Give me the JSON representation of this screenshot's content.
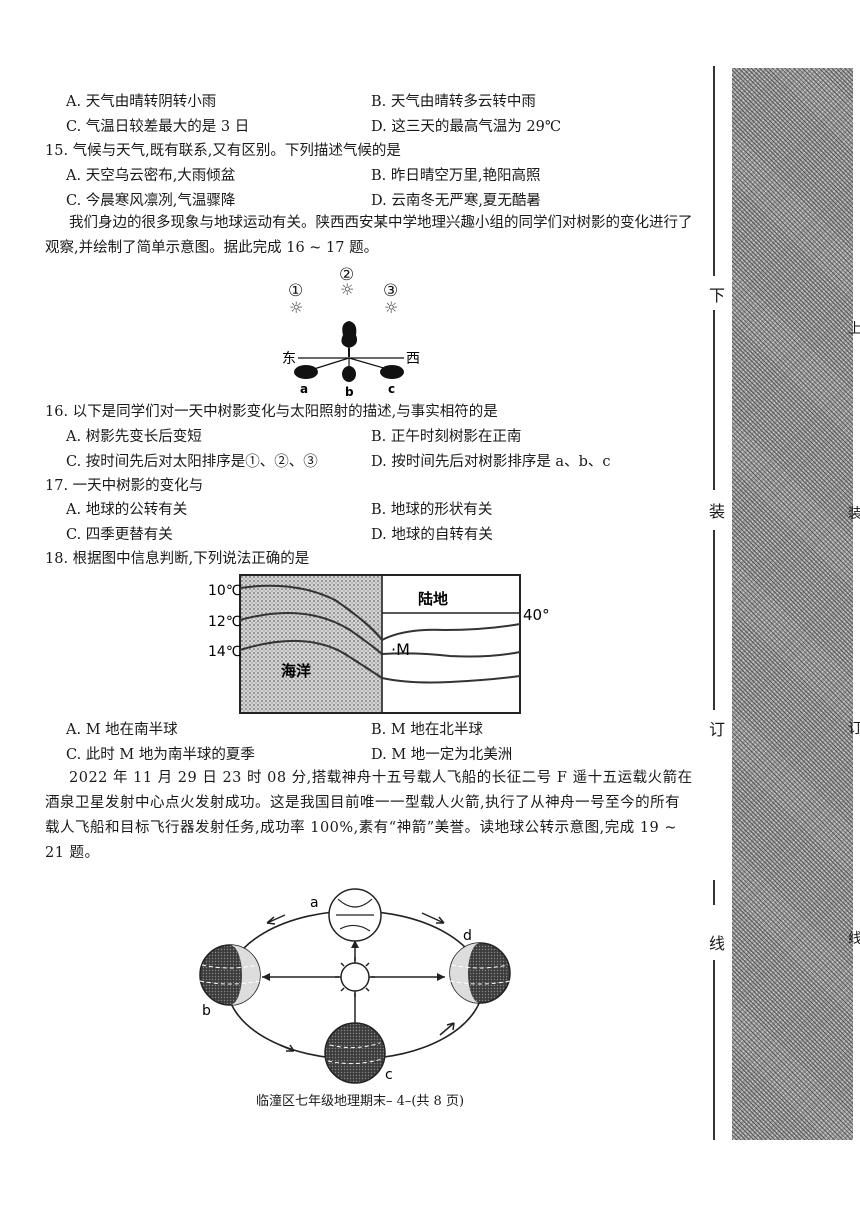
{
  "q14_options": {
    "A": "A. 天气由晴转阴转小雨",
    "B": "B. 天气由晴转多云转中雨",
    "C": "C. 气温日较差最大的是 3 日",
    "D": "D. 这三天的最高气温为 29℃"
  },
  "q15": {
    "stem": "15. 气候与天气,既有联系,又有区别。下列描述气候的是",
    "A": "A. 天空乌云密布,大雨倾盆",
    "B": "B. 昨日晴空万里,艳阳高照",
    "C": "C. 今晨寒风凛冽,气温骤降",
    "D": "D. 云南冬无严寒,夏无酷暑"
  },
  "intro_16_17": "我们身边的很多现象与地球运动有关。陕西西安某中学地理兴趣小组的同学们对树影的变化进行了观察,并绘制了简单示意图。据此完成 16 ~ 17 题。",
  "fig_tree": {
    "sun1": "①",
    "sun2": "②",
    "sun3": "③",
    "east": "东",
    "west": "西",
    "a": "a",
    "b": "b",
    "c": "c"
  },
  "q16": {
    "stem": "16. 以下是同学们对一天中树影变化与太阳照射的描述,与事实相符的是",
    "A": "A. 树影先变长后变短",
    "B": "B. 正午时刻树影在正南",
    "C": "C. 按时间先后对太阳排序是①、②、③",
    "D": "D. 按时间先后对树影排序是 a、b、c"
  },
  "q17": {
    "stem": "17. 一天中树影的变化与",
    "A": "A. 地球的公转有关",
    "B": "B. 地球的形状有关",
    "C": "C. 四季更替有关",
    "D": "D. 地球的自转有关"
  },
  "q18": {
    "stem": "18. 根据图中信息判断,下列说法正确的是",
    "A": "A. M 地在南半球",
    "B": "B. M 地在北半球",
    "C": "C. 此时 M 地为南半球的夏季",
    "D": "D. M 地一定为北美洲"
  },
  "fig_isotherm": {
    "t10": "10℃",
    "t12": "12℃",
    "t14": "14℃",
    "land": "陆地",
    "ocean": "海洋",
    "lat": "40°",
    "m": "·M"
  },
  "intro_19_21": "2022 年 11 月 29 日 23 时 08 分,搭载神舟十五号载人飞船的长征二号 F 遥十五运载火箭在酒泉卫星发射中心点火发射成功。这是我国目前唯一一型载人火箭,执行了从神舟一号至今的所有载人飞船和目标飞行器发射任务,成功率 100%,素有“神箭”美誉。读地球公转示意图,完成 19 ~ 21 题。",
  "fig_orbit": {
    "a": "a",
    "b": "b",
    "c": "c",
    "d": "d"
  },
  "footer": "临潼区七年级地理期末– 4–(共 8 页)",
  "binding": {
    "xia": "下",
    "zhuang": "装",
    "ding": "订",
    "xian": "线",
    "edge1": "上",
    "edge2": "装",
    "edge3": "订",
    "edge4": "线"
  }
}
